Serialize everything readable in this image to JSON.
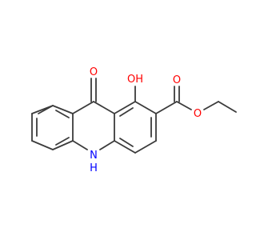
{
  "structure": {
    "atoms": {
      "o9": {
        "symbol": "O",
        "color": "#ff0000"
      },
      "oh": {
        "symbol": "OH",
        "main": "O",
        "sub": "H",
        "color": "#ff0000"
      },
      "ocarbonyl": {
        "symbol": "O",
        "color": "#ff0000"
      },
      "oester": {
        "symbol": "O",
        "color": "#ff0000"
      },
      "nh": {
        "symbol": "N",
        "sub": "H",
        "color": "#0000ff"
      }
    },
    "bond_color": "#3b3b3b"
  }
}
